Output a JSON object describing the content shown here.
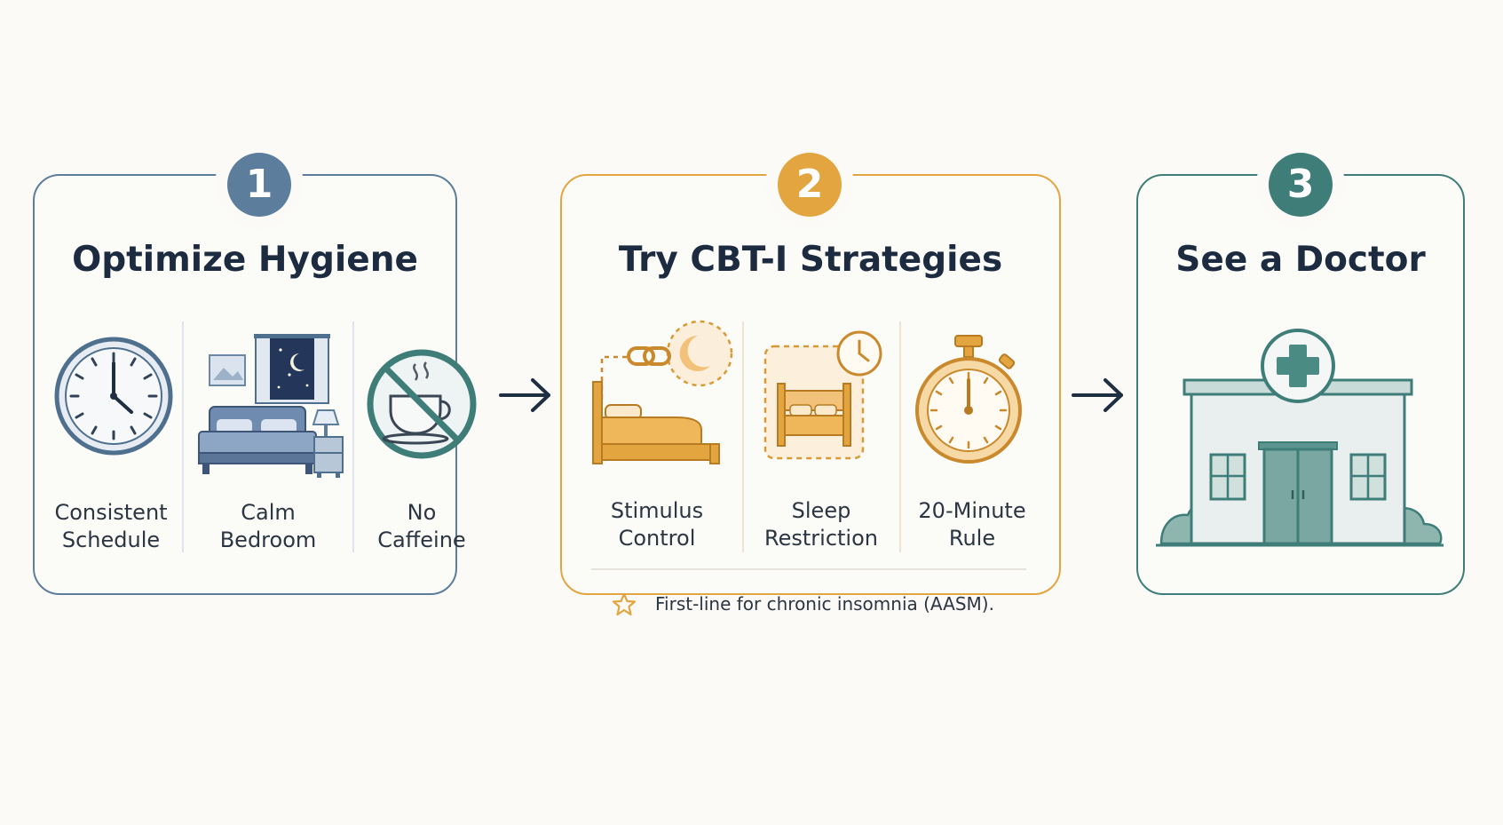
{
  "colors": {
    "step1": "#5c7e9c",
    "step2": "#e3a53f",
    "step3": "#3e7d78",
    "text": "#1c2b40"
  },
  "steps": [
    {
      "number": "1",
      "title": "Optimize Hygiene",
      "items": [
        {
          "line1": "Consistent",
          "line2": "Schedule",
          "icon": "clock-icon"
        },
        {
          "line1": "Calm",
          "line2": "Bedroom",
          "icon": "bedroom-icon"
        },
        {
          "line1": "No",
          "line2": "Caffeine",
          "icon": "no-coffee-icon"
        }
      ]
    },
    {
      "number": "2",
      "title": "Try CBT-I Strategies",
      "items": [
        {
          "line1": "Stimulus",
          "line2": "Control",
          "icon": "bed-moon-link-icon"
        },
        {
          "line1": "Sleep",
          "line2": "Restriction",
          "icon": "bed-timer-icon"
        },
        {
          "line1": "20-Minute",
          "line2": "Rule",
          "icon": "stopwatch-icon"
        }
      ],
      "note": "First-line for chronic insomnia (AASM).",
      "note_icon": "star-icon"
    },
    {
      "number": "3",
      "title": "See a Doctor",
      "icon": "clinic-building-icon"
    }
  ]
}
